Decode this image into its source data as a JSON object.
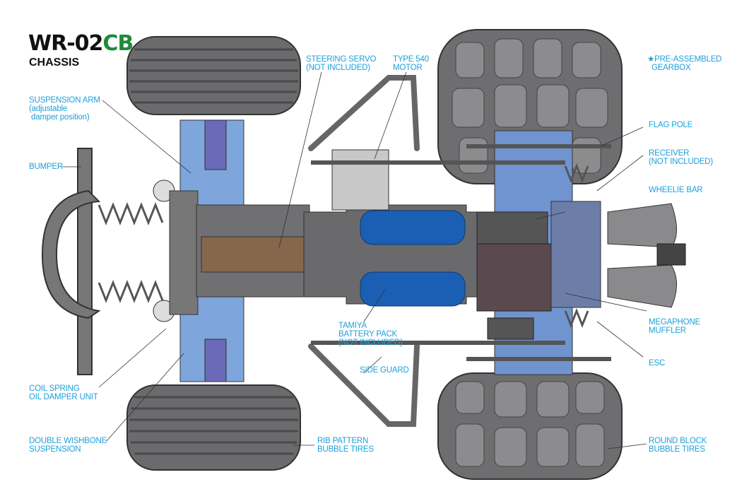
{
  "title": {
    "model": "WR-02",
    "suffix": "CB",
    "subtitle": "CHASSIS"
  },
  "colors": {
    "label": "#1ea0da",
    "suffix": "#1f8a3c",
    "tire": "#6e6e70",
    "frame": "#7a7a7c",
    "blue_part": "#7ea6dc",
    "battery": "#1a5fb4",
    "servo": "#8a6a4c"
  },
  "labels": {
    "suspension_arm": "SUSPENSION ARM\n(adjustable\n damper position)",
    "bumper": "BUMPER",
    "coil_spring": "COIL SPRING\nOIL DAMPER UNIT",
    "double_wishbone": "DOUBLE WISHBONE\nSUSPENSION",
    "steering_servo": "STEERING SERVO\n(NOT INCLUDED)",
    "motor": "TYPE 540\nMOTOR",
    "battery": "TAMIYA\nBATTERY PACK\n(NOT INCLUDED)",
    "side_guard": "SIDE GUARD",
    "rib_tires": "RIB PATTERN\nBUBBLE TIRES",
    "gearbox": "★PRE-ASSEMBLED\n  GEARBOX",
    "flag_pole": "FLAG POLE",
    "receiver": "RECEIVER\n(NOT INCLUDED)",
    "wheelie_bar": "WHEELIE BAR",
    "muffler": "MEGAPHONE\nMUFFLER",
    "esc": "ESC",
    "round_block_tires": "ROUND BLOCK\nBUBBLE TIRES"
  }
}
